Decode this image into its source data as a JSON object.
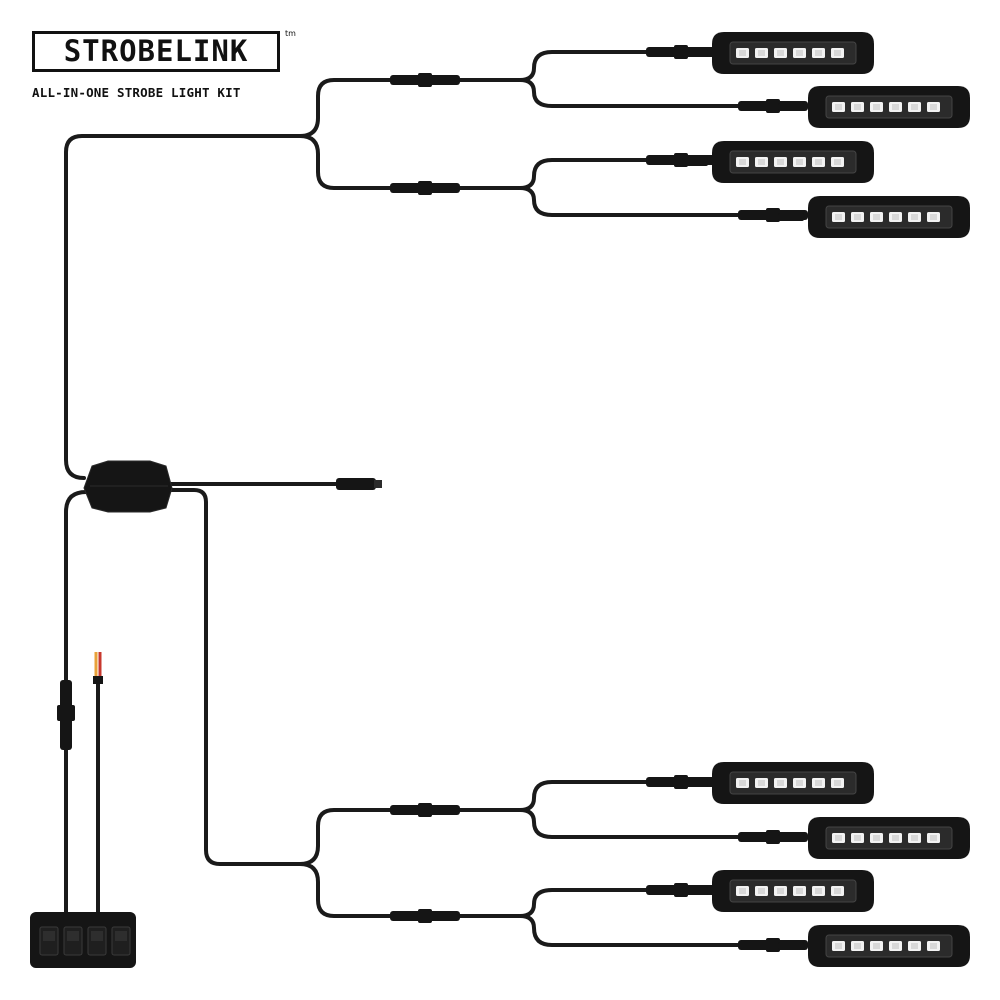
{
  "brand": {
    "logo_text": "STROBELINK",
    "trademark": "tm",
    "tagline": "ALL-IN-ONE STROBE LIGHT KIT"
  },
  "components": {
    "light_pod_count": 8,
    "switch_count": 4,
    "pod_led_count": 6,
    "colors": {
      "cable": "#1a1a1a",
      "pod_body": "#151515",
      "pod_lens": "#2b2b2b",
      "led": "#f2f2f2",
      "power_lead_positive": "#e8a23a",
      "power_lead_red": "#c8382e"
    }
  }
}
